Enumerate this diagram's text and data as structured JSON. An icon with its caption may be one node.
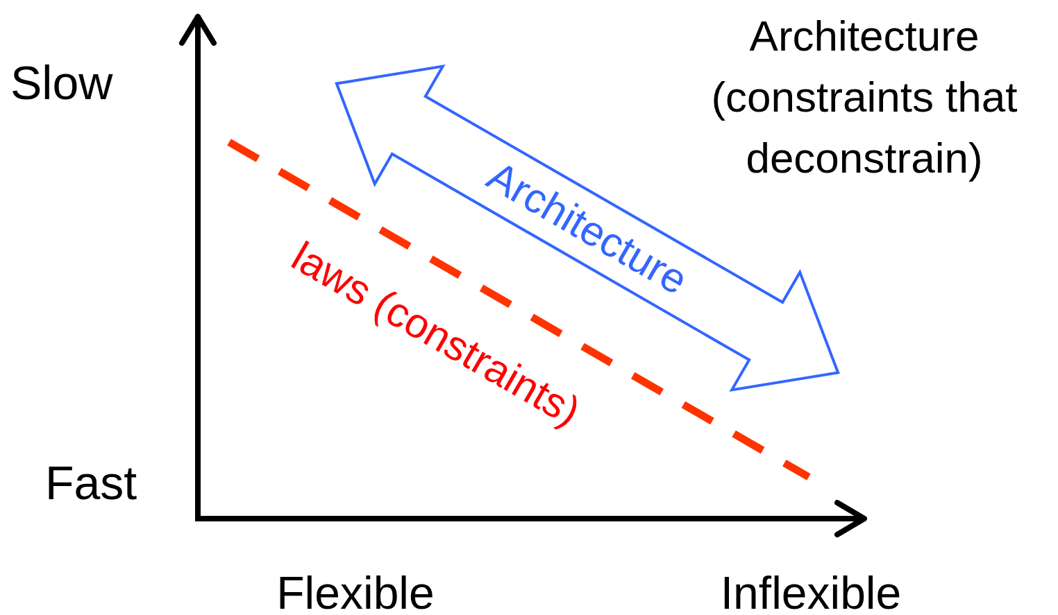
{
  "diagram": {
    "nodes": [
      {
        "text": [
          "Architecture"
        ]
      }
    ],
    "labels": [
      "Architecture (constraints that deconstrain)",
      "Slow",
      "laws (constraints)",
      "Fast",
      "Flexible",
      "Inflexible"
    ]
  }
}
